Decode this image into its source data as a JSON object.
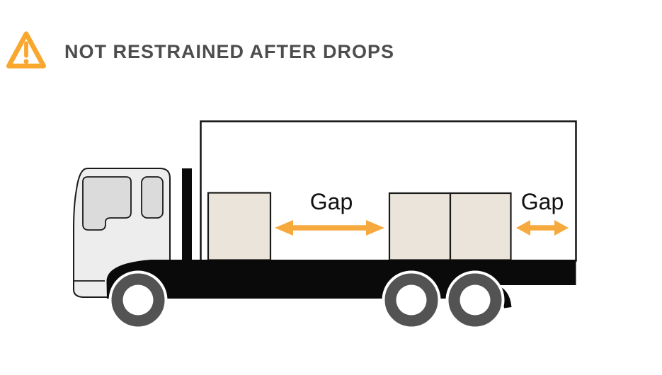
{
  "header": {
    "title": "NOT RESTRAINED AFTER DROPS",
    "icon": "warning-triangle-icon"
  },
  "diagram": {
    "gap_label_1": "Gap",
    "gap_label_2": "Gap",
    "colors": {
      "warning_orange": "#F9A72E",
      "arrow_orange": "#F6A93C",
      "box_fill": "#EAE4DA",
      "wheel_gray": "#535353",
      "cab_gray": "#EDEDED",
      "window_gray": "#DBDBDB",
      "chassis_black": "#0A0A0A",
      "title_gray": "#4D4D4D"
    }
  }
}
